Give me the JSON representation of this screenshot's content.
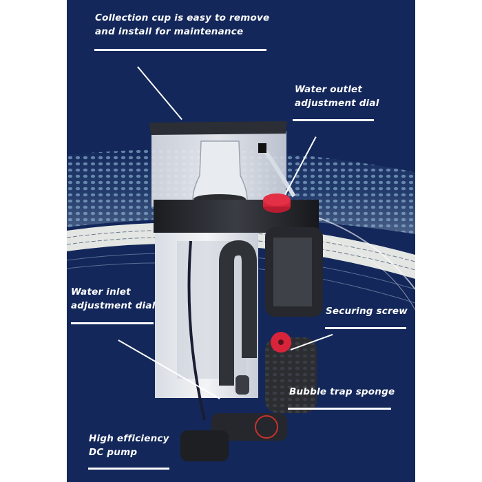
{
  "image": {
    "description": "Protein skimmer product feature diagram on dark navy background",
    "background_color": "#13275a",
    "accent_colors": {
      "red_dial": "#d8243a",
      "text": "#ffffff"
    }
  },
  "callouts": [
    {
      "id": "collection-cup",
      "line1": "Collection cup is easy to remove",
      "line2": "and install for maintenance"
    },
    {
      "id": "water-outlet",
      "line1": "Water outlet",
      "line2": "adjustment dial"
    },
    {
      "id": "water-inlet",
      "line1": "Water inlet",
      "line2": "adjustment dial"
    },
    {
      "id": "securing-screw",
      "line1": "Securing screw",
      "line2": ""
    },
    {
      "id": "bubble-sponge",
      "line1": "Bubble trap sponge",
      "line2": ""
    },
    {
      "id": "dc-pump",
      "line1": "High efficiency",
      "line2": "DC pump"
    }
  ]
}
